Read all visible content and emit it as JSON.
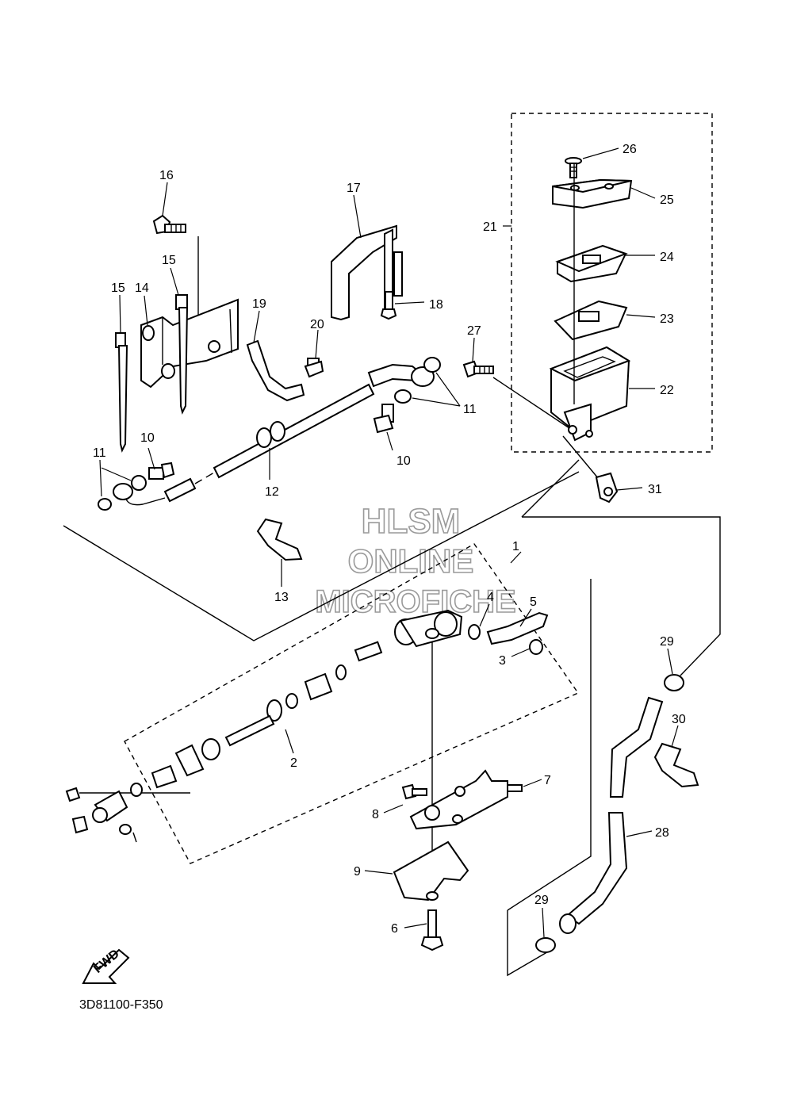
{
  "diagram": {
    "catalog_code": "3D81100-F350",
    "fwd_label": "FWD",
    "watermark": {
      "line1": "HLSM",
      "line2": "ONLINE",
      "line3": "MICROFICHE"
    },
    "callouts": [
      {
        "id": "c1",
        "number": "1"
      },
      {
        "id": "c2",
        "number": "2"
      },
      {
        "id": "c3",
        "number": "3"
      },
      {
        "id": "c4",
        "number": "4"
      },
      {
        "id": "c5",
        "number": "5"
      },
      {
        "id": "c6",
        "number": "6"
      },
      {
        "id": "c7",
        "number": "7"
      },
      {
        "id": "c8",
        "number": "8"
      },
      {
        "id": "c9",
        "number": "9"
      },
      {
        "id": "c10a",
        "number": "10"
      },
      {
        "id": "c10b",
        "number": "10"
      },
      {
        "id": "c11a",
        "number": "11"
      },
      {
        "id": "c11b",
        "number": "11"
      },
      {
        "id": "c12",
        "number": "12"
      },
      {
        "id": "c13",
        "number": "13"
      },
      {
        "id": "c14",
        "number": "14"
      },
      {
        "id": "c15a",
        "number": "15"
      },
      {
        "id": "c15b",
        "number": "15"
      },
      {
        "id": "c16",
        "number": "16"
      },
      {
        "id": "c17",
        "number": "17"
      },
      {
        "id": "c18",
        "number": "18"
      },
      {
        "id": "c19",
        "number": "19"
      },
      {
        "id": "c20",
        "number": "20"
      },
      {
        "id": "c21",
        "number": "21"
      },
      {
        "id": "c22",
        "number": "22"
      },
      {
        "id": "c23",
        "number": "23"
      },
      {
        "id": "c24",
        "number": "24"
      },
      {
        "id": "c25",
        "number": "25"
      },
      {
        "id": "c26",
        "number": "26"
      },
      {
        "id": "c27",
        "number": "27"
      },
      {
        "id": "c28",
        "number": "28"
      },
      {
        "id": "c29a",
        "number": "29"
      },
      {
        "id": "c29b",
        "number": "29"
      },
      {
        "id": "c30",
        "number": "30"
      },
      {
        "id": "c31",
        "number": "31"
      }
    ]
  }
}
